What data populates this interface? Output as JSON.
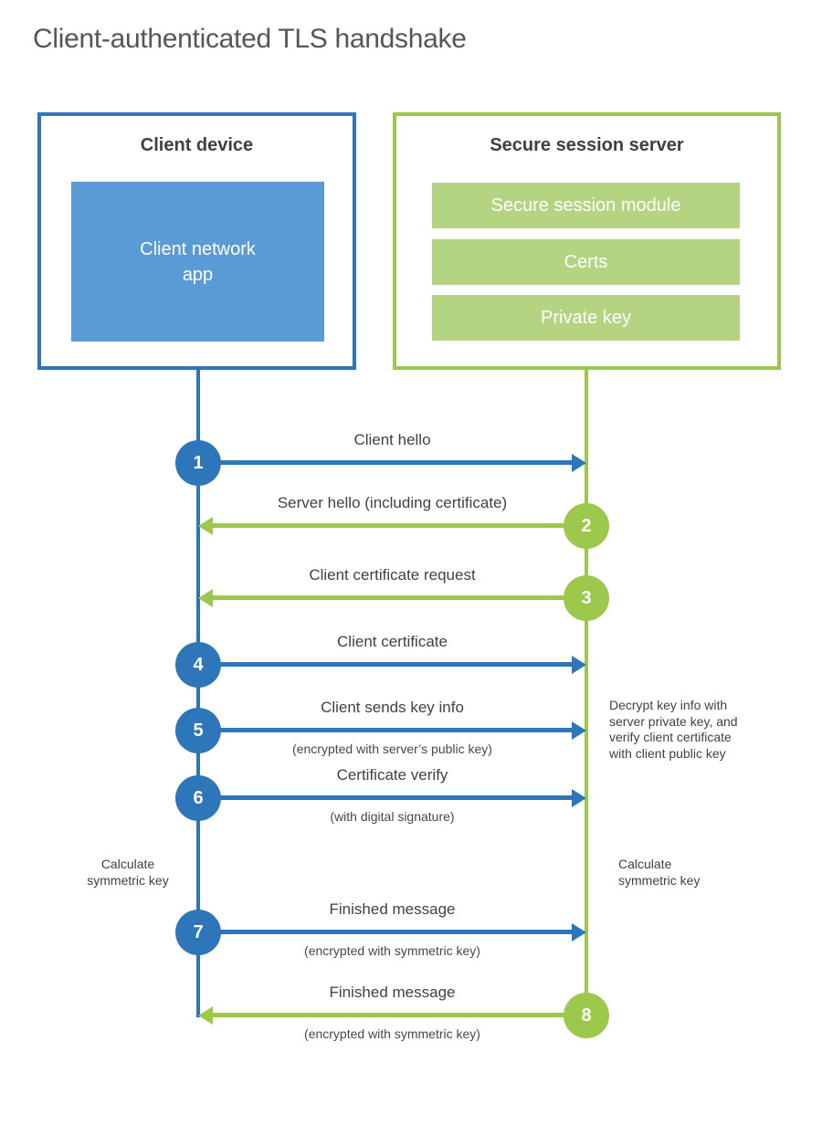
{
  "title": "Client-authenticated TLS handshake",
  "colors": {
    "blue": "#2e76ba",
    "blue_light": "#5b9bd5",
    "green": "#9cc94c",
    "green_light": "#b4d482",
    "heading_text": "#3d4045",
    "label_text": "#3f4146"
  },
  "client": {
    "title": "Client device",
    "app": "Client network\napp"
  },
  "server": {
    "title": "Secure session server",
    "modules": [
      "Secure session module",
      "Certs",
      "Private key"
    ]
  },
  "steps": [
    {
      "num": "1",
      "label": "Client hello",
      "sub": "",
      "direction": "client-to-server",
      "color": "blue"
    },
    {
      "num": "2",
      "label": "Server hello (including certificate)",
      "sub": "",
      "direction": "server-to-client",
      "color": "green"
    },
    {
      "num": "3",
      "label": "Client certificate request",
      "sub": "",
      "direction": "server-to-client",
      "color": "green"
    },
    {
      "num": "4",
      "label": "Client certificate",
      "sub": "",
      "direction": "client-to-server",
      "color": "blue"
    },
    {
      "num": "5",
      "label": "Client sends key info",
      "sub": "(encrypted with server’s public key)",
      "direction": "client-to-server",
      "color": "blue"
    },
    {
      "num": "6",
      "label": "Certificate verify",
      "sub": "(with digital signature)",
      "direction": "client-to-server",
      "color": "blue"
    },
    {
      "num": "7",
      "label": "Finished message",
      "sub": "(encrypted with symmetric key)",
      "direction": "client-to-server",
      "color": "blue"
    },
    {
      "num": "8",
      "label": "Finished message",
      "sub": "(encrypted with symmetric key)",
      "direction": "server-to-client",
      "color": "green"
    }
  ],
  "notes": {
    "decrypt": "Decrypt key info with\nserver private key, and\nverify client certificate\nwith client public key",
    "calc_left": "Calculate\nsymmetric key",
    "calc_right": "Calculate\nsymmetric key"
  }
}
